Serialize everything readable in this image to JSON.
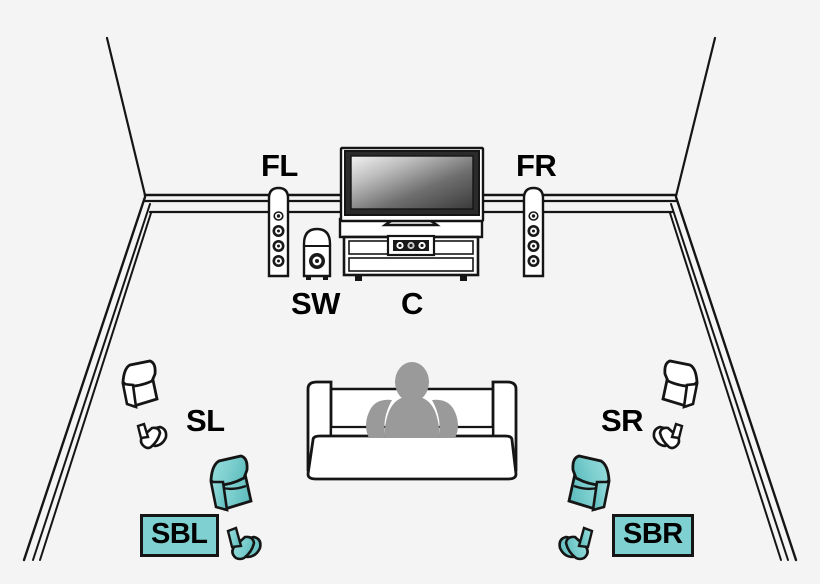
{
  "diagram": {
    "title": "Home theater 7.1 channel speaker layout",
    "background_color": "#f4f4f4",
    "line_color": "#151515",
    "highlight_color": "#7fd0d0",
    "person_color": "#9a9a9a"
  },
  "labels": {
    "front_left": "FL",
    "front_right": "FR",
    "subwoofer": "SW",
    "center": "C",
    "surround_left": "SL",
    "surround_right": "SR",
    "surround_back_left": "SBL",
    "surround_back_right": "SBR"
  },
  "elements": {
    "tv": "television",
    "tv_stand": "tv-cabinet",
    "center_speaker": "center-channel-speaker",
    "subwoofer_unit": "subwoofer-box",
    "tower_left": "front-left-tower-speaker",
    "tower_right": "front-right-tower-speaker",
    "surround_left_unit": "surround-left-stand-speaker",
    "surround_right_unit": "surround-right-stand-speaker",
    "surround_back_left_unit": "surround-back-left-stand-speaker",
    "surround_back_right_unit": "surround-back-right-stand-speaker",
    "sofa": "couch",
    "listener": "seated-person",
    "room": "room-walls"
  }
}
